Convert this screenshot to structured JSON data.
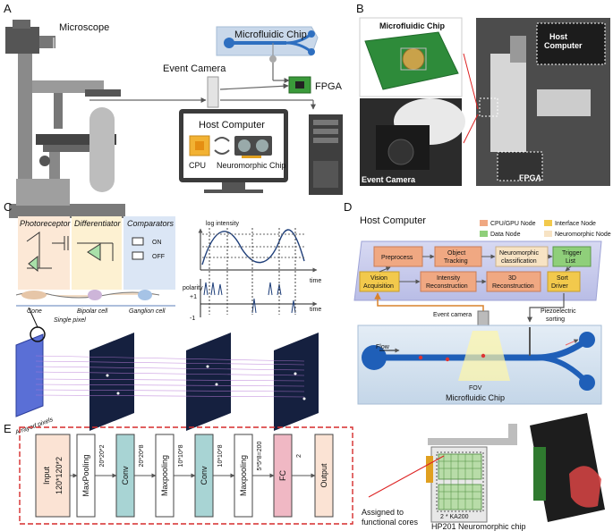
{
  "panels": {
    "a": "A",
    "b": "B",
    "c": "C",
    "d": "D",
    "e": "E"
  },
  "panel_a": {
    "microscope": "Microscope",
    "chip": "Microfluidic Chip",
    "event_camera": "Event Camera",
    "fpga": "FPGA",
    "host": "Host Computer",
    "cpu": "CPU",
    "neuro_chip": "Neuromorphic Chip"
  },
  "panel_b": {
    "chip": "Microfluidic Chip",
    "host": "Host Computer",
    "event_camera": "Event Camera",
    "fpga": "FPGA"
  },
  "panel_c": {
    "photoreceptor": "Photoreceptor",
    "differentiator": "Differentiator",
    "comparators": "Comparators",
    "on": "ON",
    "off": "OFF",
    "log_intensity": "log intensity",
    "time": "time",
    "polarity": "polarity",
    "plus1": "+1",
    "minus1": "-1",
    "cone": "Cone",
    "bipolar": "Bipolar cell",
    "ganglion": "Ganglion cell",
    "single_pixel": "Single pixel",
    "arrayed": "Arrayed pixels"
  },
  "panel_d": {
    "host": "Host Computer",
    "legend": {
      "cpu_gpu": "CPU/GPU Node",
      "interface": "Interface Node",
      "data": "Data Node",
      "neuro": "Neuromorphic Node"
    },
    "colors": {
      "cpu_gpu": "#f0a882",
      "interface": "#f2c94c",
      "data": "#8fcf7a",
      "neuro": "#f7e3c4"
    },
    "nodes": {
      "preprocess": "Preprocess",
      "tracking1": "Object",
      "tracking2": "Tracking",
      "neuro1": "Neuromorphic",
      "neuro2": "classification",
      "trigger1": "Trigger",
      "trigger2": "List",
      "vision1": "Vision",
      "vision2": "Acquisition",
      "intensity1": "Intensity",
      "intensity2": "Reconstruction",
      "recon1": "3D",
      "recon2": "Reconstruction",
      "sort1": "Sort",
      "sort2": "Driver"
    },
    "event_camera": "Event camera",
    "piezo1": "Piezoelectric",
    "piezo2": "sorting",
    "flow": "Flow",
    "fov": "FOV",
    "chip": "Microfluidic Chip"
  },
  "panel_e": {
    "layers": [
      {
        "name": "Input",
        "sub": "120*120*2"
      },
      {
        "name": "MaxPooling",
        "sub": ""
      },
      {
        "name": "Conv",
        "sub": ""
      },
      {
        "name": "Maxpooling",
        "sub": ""
      },
      {
        "name": "Conv",
        "sub": ""
      },
      {
        "name": "Maxpooling",
        "sub": ""
      },
      {
        "name": "FC",
        "sub": ""
      },
      {
        "name": "Output",
        "sub": ""
      }
    ],
    "dims": [
      "20*20*2",
      "20*20*8",
      "10*10*8",
      "10*10*8",
      "5*5*8=200",
      "2"
    ],
    "colors": {
      "input": "#fbe3d4",
      "conv": "#a8d4d4",
      "fc": "#f0b8c4",
      "output": "#fbe3d4",
      "plain": "#ffffff"
    },
    "assigned1": "Assigned to",
    "assigned2": "functional cores",
    "ka": "2 * KA200",
    "hp201": "HP201 Neuromorphic chip"
  }
}
